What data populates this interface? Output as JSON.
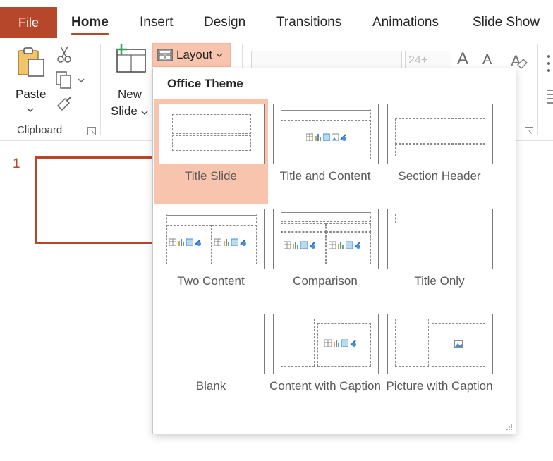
{
  "tabs": {
    "file": "File",
    "items": [
      "Home",
      "Insert",
      "Design",
      "Transitions",
      "Animations",
      "Slide Show"
    ]
  },
  "ribbon": {
    "paste_label": "Paste",
    "clipboard_label": "Clipboard",
    "new_slide_line1": "New",
    "new_slide_line2": "Slide",
    "layout_label": "Layout",
    "font_size": "24+",
    "grow_font": "A",
    "shrink_font": "A"
  },
  "slide_panel": {
    "slide_number": "1"
  },
  "layout_menu": {
    "theme_title": "Office Theme",
    "layouts": [
      {
        "label": "Title Slide",
        "selected": true
      },
      {
        "label": "Title and Content"
      },
      {
        "label": "Section Header"
      },
      {
        "label": "Two Content"
      },
      {
        "label": "Comparison"
      },
      {
        "label": "Title Only"
      },
      {
        "label": "Blank"
      },
      {
        "label": "Content with Caption"
      },
      {
        "label": "Picture with Caption"
      }
    ]
  },
  "colors": {
    "accent": "#b7472a",
    "selected_bg": "#f9c4ad"
  }
}
